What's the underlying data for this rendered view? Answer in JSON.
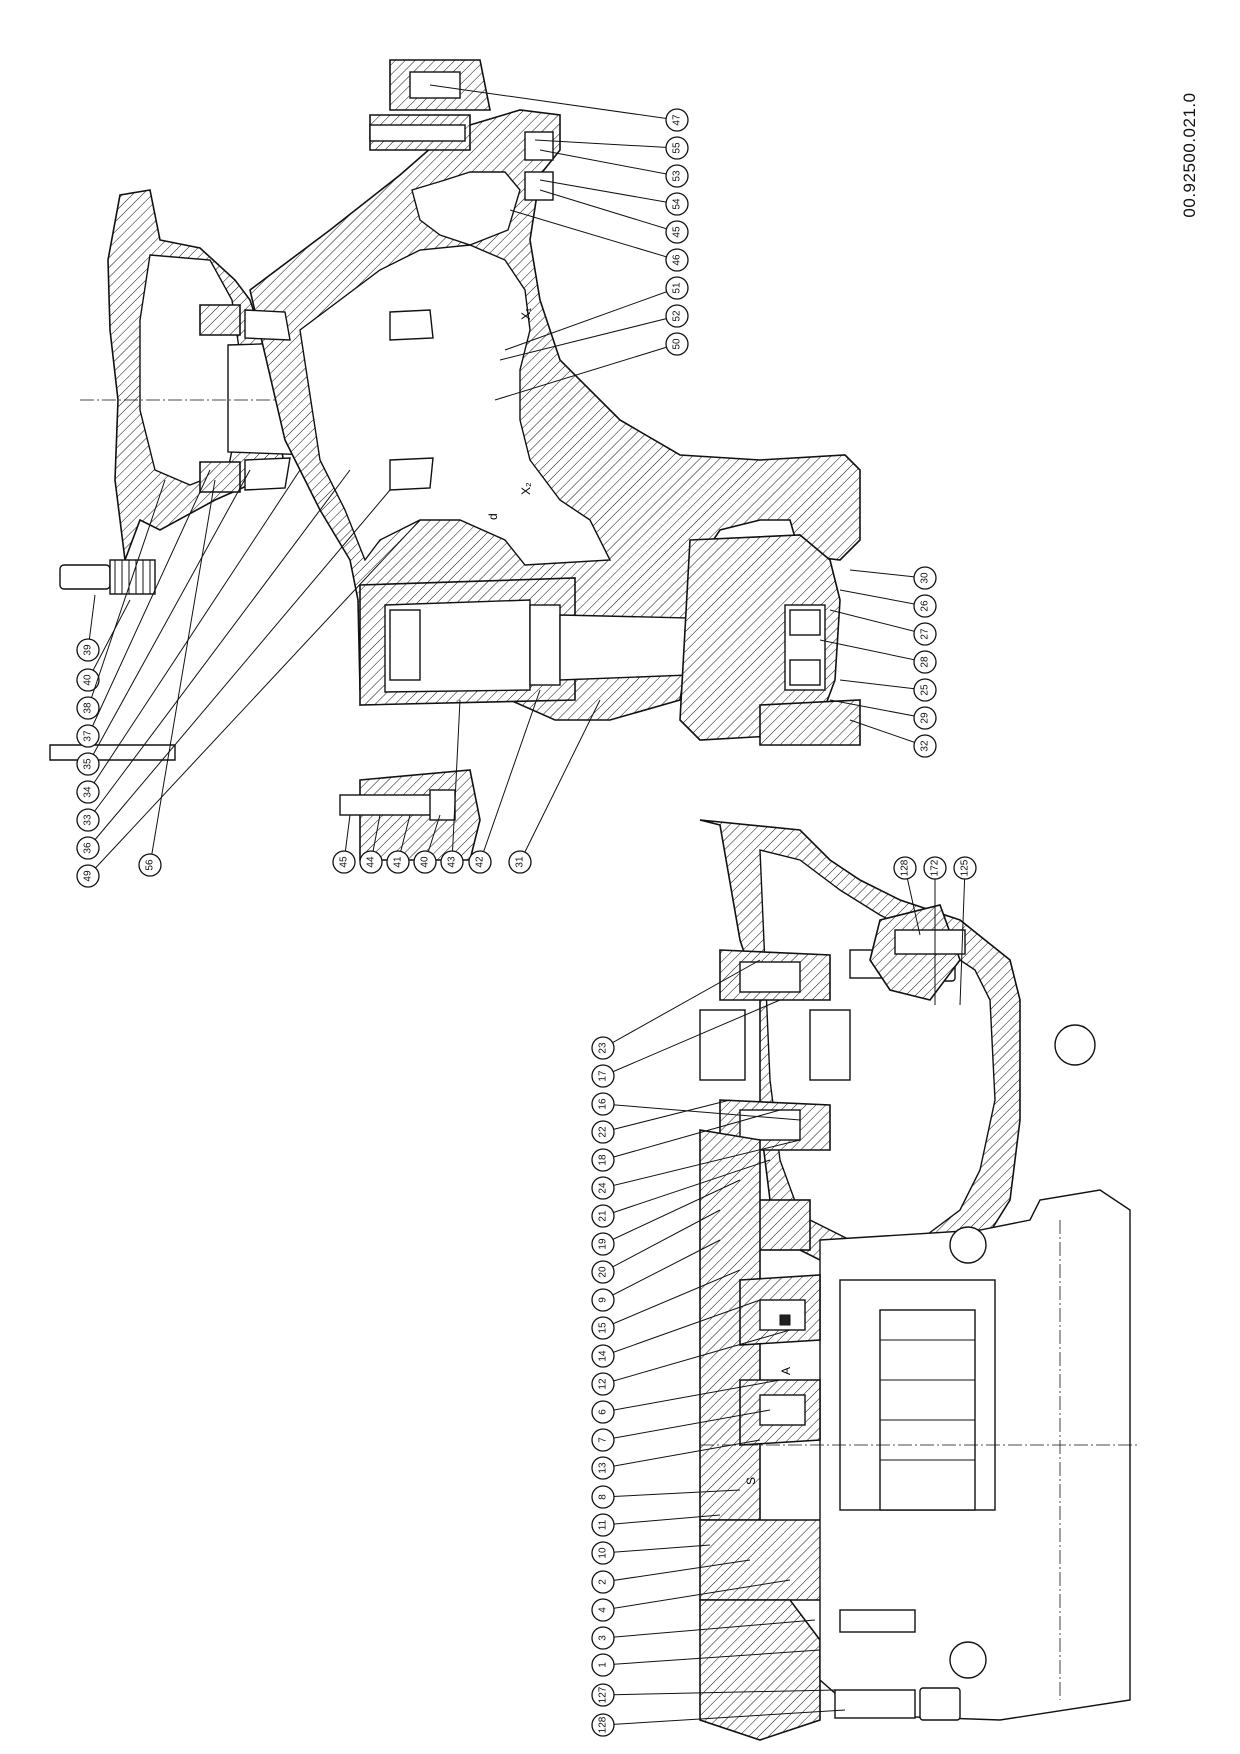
{
  "drawing_number": "00.92500.021.0",
  "dimension_labels": {
    "x1": "X₁",
    "x2": "X₂",
    "d": "d",
    "s": "S",
    "a": "A"
  },
  "top_callouts": [
    "39",
    "40",
    "38",
    "37",
    "35",
    "34",
    "33",
    "36",
    "49",
    "45",
    "44",
    "41",
    "40",
    "43",
    "42",
    "31"
  ],
  "left_callouts": [
    "56"
  ],
  "top_right_callouts": [
    "128",
    "172",
    "125"
  ],
  "bottom_callouts": [
    "128",
    "127",
    "1",
    "3",
    "4",
    "2",
    "10",
    "11",
    "8",
    "13",
    "7",
    "6",
    "12",
    "14",
    "15",
    "9",
    "20",
    "19",
    "21",
    "24",
    "18",
    "22",
    "16",
    "17",
    "23"
  ],
  "right_callouts": [
    "47",
    "55",
    "53",
    "54",
    "45",
    "46",
    "51",
    "52",
    "50"
  ],
  "mid_right_callouts": [
    "30",
    "26",
    "27",
    "28",
    "25",
    "29",
    "32"
  ]
}
